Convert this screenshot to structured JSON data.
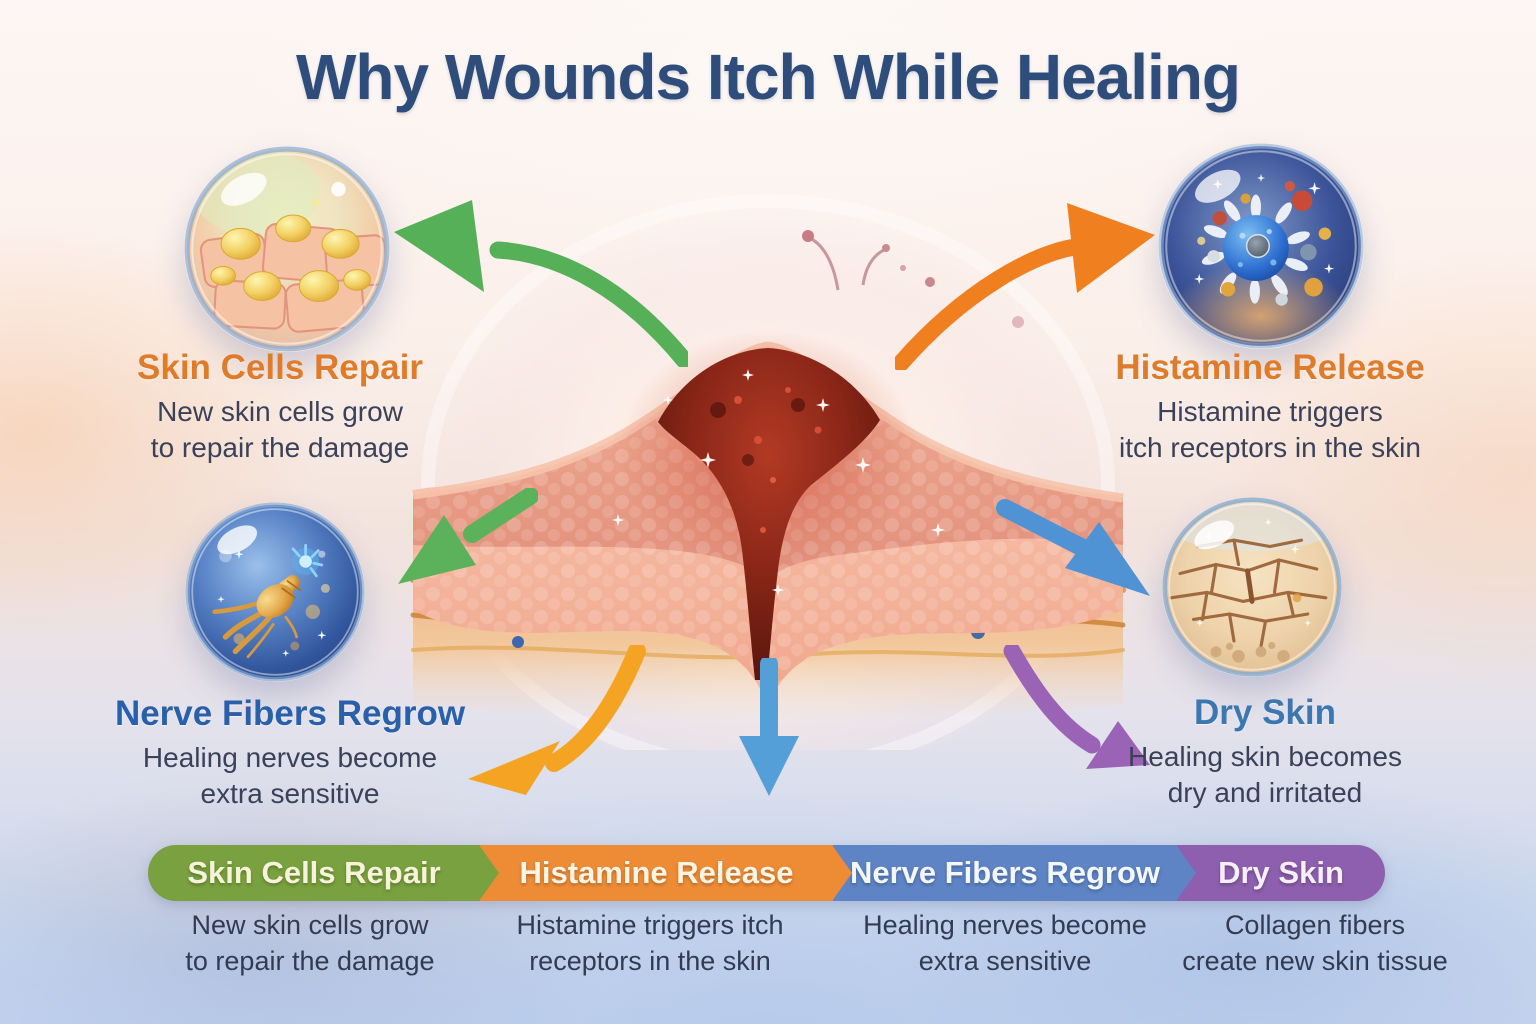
{
  "title": "Why Wounds Itch While Healing",
  "colors": {
    "title": "#2e4d7b",
    "heading_orange": "#df7c2b",
    "heading_blue_nerve": "#2a60a9",
    "heading_blue_dry": "#3d77b0",
    "body_text": "#3a4158"
  },
  "callouts": {
    "skin_cells": {
      "heading": "Skin Cells Repair",
      "desc_line1": "New skin cells grow",
      "desc_line2": "to repair the damage"
    },
    "histamine": {
      "heading": "Histamine Release",
      "desc_line1": "Histamine triggers",
      "desc_line2": "itch receptors in the skin"
    },
    "nerve": {
      "heading": "Nerve Fibers Regrow",
      "desc_line1": "Healing nerves become",
      "desc_line2": "extra sensitive"
    },
    "dry_skin": {
      "heading": "Dry Skin",
      "desc_line1": "Healing skin becomes",
      "desc_line2": "dry and irritated"
    }
  },
  "banner": {
    "segments": [
      {
        "label": "Skin Cells Repair",
        "color": "#79a13f",
        "label_color": "#f7f3d9",
        "desc_line1": "New skin cells grow",
        "desc_line2": "to repair the damage"
      },
      {
        "label": "Histamine Release",
        "color": "#ee8c36",
        "label_color": "#fdf4e4",
        "desc_line1": "Histamine triggers itch",
        "desc_line2": "receptors in the skin"
      },
      {
        "label": "Nerve Fibers Regrow",
        "color": "#5e84c6",
        "label_color": "#f2f6fd",
        "desc_line1": "Healing nerves become",
        "desc_line2": "extra sensitive"
      },
      {
        "label": "Dry Skin",
        "color": "#8e5fae",
        "label_color": "#f6effa",
        "desc_line1": "Collagen fibers",
        "desc_line2": "create new skin tissue"
      }
    ]
  },
  "arrows": [
    {
      "name": "arrow-to-skin-cells-repair",
      "shape": "curved-arrow-up-left",
      "color": "#55b057"
    },
    {
      "name": "arrow-to-histamine-release",
      "shape": "curved-arrow-up-right",
      "color": "#f0801f"
    },
    {
      "name": "arrow-to-nerve-fibers",
      "shape": "straight-arrow-down-left",
      "color": "#5bb25a"
    },
    {
      "name": "arrow-to-dry-skin",
      "shape": "straight-arrow-down-right",
      "color": "#4f93d4"
    },
    {
      "name": "arrow-bottom-left",
      "shape": "curved-arrow-down-left",
      "color": "#f5a322"
    },
    {
      "name": "arrow-bottom-center",
      "shape": "straight-arrow-down",
      "color": "#559fd8"
    },
    {
      "name": "arrow-bottom-right",
      "shape": "curved-arrow-down-right",
      "color": "#9a63b5"
    }
  ]
}
